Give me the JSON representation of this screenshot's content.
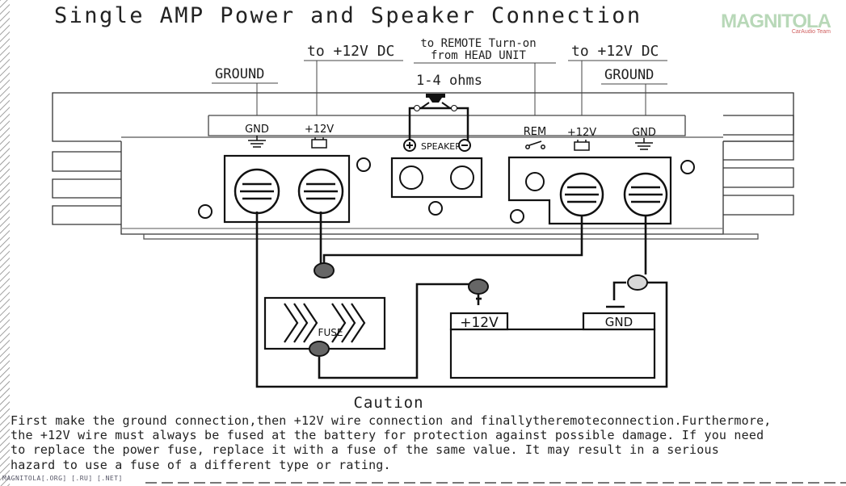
{
  "title": "Single AMP Power and Speaker Connection",
  "logo": {
    "main": "MAGNITOLA",
    "sub": "CarAudio Team"
  },
  "callouts": {
    "ground_left": "GROUND",
    "plus12_left": "to +12V DC",
    "remote_line1": "to REMOTE Turn-on",
    "remote_line2": "from HEAD UNIT",
    "ohms": "1-4 ohms",
    "plus12_right": "to +12V DC",
    "ground_right": "GROUND"
  },
  "amp_labels": {
    "gnd_left": "GND",
    "plus12_left": "+12V",
    "speaker": "SPEAKER",
    "rem": "REM",
    "plus12_right": "+12V",
    "gnd_right": "GND"
  },
  "fuse_label": "FUSE",
  "battery": {
    "positive": "+12V",
    "negative": "GND"
  },
  "caution": {
    "title": "Caution",
    "text": "First make the ground connection,then +12V wire connection and finallytheremoteconnection.Furthermore,\nthe +12V wire must always be fused at the battery for protection against possible damage. If you need\nto replace the power fuse, replace it with a fuse of the same value. It may result in a serious\nhazard to use a fuse of a different type or rating."
  },
  "footer": "MAGNITOLA[.ORG] [.RU] [.NET]",
  "icons": [
    "ground-symbol-icon",
    "battery-icon",
    "switch-icon",
    "speaker-icon",
    "fuse-icon"
  ],
  "colors": {
    "line": "#111111",
    "connector_dark": "#666666",
    "connector_light": "#d8d8d8",
    "background": "#ffffff"
  }
}
